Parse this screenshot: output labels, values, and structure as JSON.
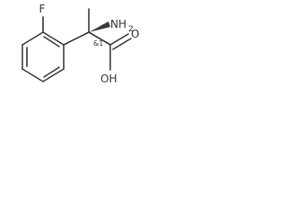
{
  "molecule": {
    "atom_labels": {
      "fluorine": "F",
      "amine_n": "NH",
      "amine_h_count": "2",
      "stereo_flag": "&1",
      "hydroxyl": "OH",
      "carbonyl_o": "O"
    },
    "colors": {
      "bond": "#3a3a3a",
      "text": "#333333",
      "background": "#ffffff"
    }
  }
}
